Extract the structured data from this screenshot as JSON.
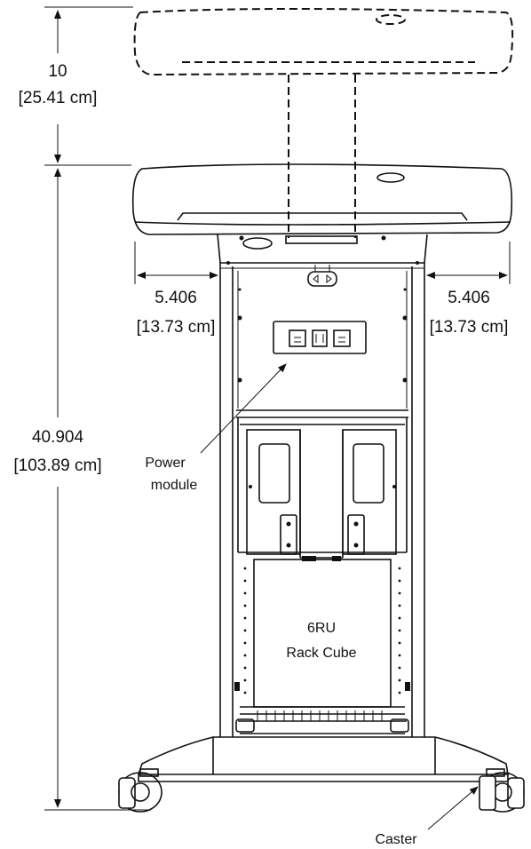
{
  "dimensions": {
    "raise_value": "10",
    "raise_metric": "[25.41 cm]",
    "left_offset_value": "5.406",
    "left_offset_metric": "[13.73 cm]",
    "right_offset_value": "5.406",
    "right_offset_metric": "[13.73 cm]",
    "height_value": "40.904",
    "height_metric": "[103.89 cm]"
  },
  "callouts": {
    "power_module_line1": "Power",
    "power_module_line2": "module",
    "rack_line1": "6RU",
    "rack_line2": "Rack Cube",
    "caster": "Caster"
  },
  "colors": {
    "line": "#111111",
    "background": "#ffffff"
  }
}
